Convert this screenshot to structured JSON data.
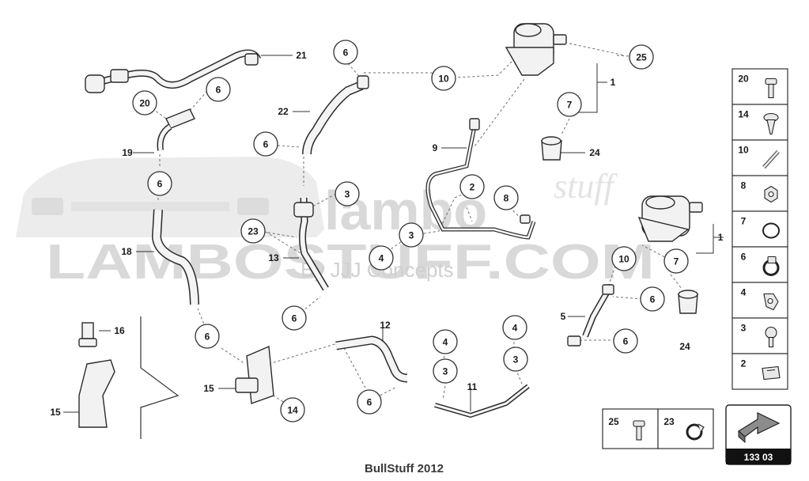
{
  "watermark": {
    "brand": "lambo",
    "script": "stuff",
    "site": "LAMBOSTUFF.COM",
    "tagline": "By JJJ Concepts"
  },
  "footer": {
    "credit": "BullStuff 2012"
  },
  "page_ref": {
    "number": "133 03"
  },
  "legend": {
    "right": [
      {
        "num": "20",
        "icon": "bolt-icon"
      },
      {
        "num": "14",
        "icon": "screw-icon"
      },
      {
        "num": "10",
        "icon": "threaded-stud-icon"
      },
      {
        "num": "8",
        "icon": "hex-nut-icon"
      },
      {
        "num": "7",
        "icon": "o-ring-icon"
      },
      {
        "num": "6",
        "icon": "hose-clamp-icon"
      },
      {
        "num": "4",
        "icon": "bracket-clip-icon"
      },
      {
        "num": "3",
        "icon": "round-head-screw-icon"
      },
      {
        "num": "2",
        "icon": "clip-icon"
      }
    ],
    "bottom": [
      {
        "num": "25",
        "icon": "bolt-icon"
      },
      {
        "num": "23",
        "icon": "clamp-icon"
      }
    ]
  },
  "callouts": {
    "c25": "25",
    "c10a": "10",
    "c7a": "7",
    "c6a": "6",
    "c20": "20",
    "c6b": "6",
    "c6c": "6",
    "c3a": "3",
    "c23": "23",
    "c2": "2",
    "c8": "8",
    "c3b": "3",
    "c4a": "4",
    "c6d": "6",
    "c10b": "10",
    "c7b": "7",
    "c6e": "6",
    "c6f": "6",
    "c6g": "6",
    "c4b": "4",
    "c3c": "3",
    "c4c": "4",
    "c3d": "3",
    "c6h": "6",
    "c14": "14",
    "c6i": "6"
  },
  "labels": {
    "l21": "21",
    "l1a": "1",
    "l22": "22",
    "l24a": "24",
    "l19": "19",
    "l9": "9",
    "l18": "18",
    "l13": "13",
    "l1b": "1",
    "l5": "5",
    "l16": "16",
    "l12": "12",
    "l24b": "24",
    "l15a": "15",
    "l11": "11",
    "l15b": "15"
  }
}
